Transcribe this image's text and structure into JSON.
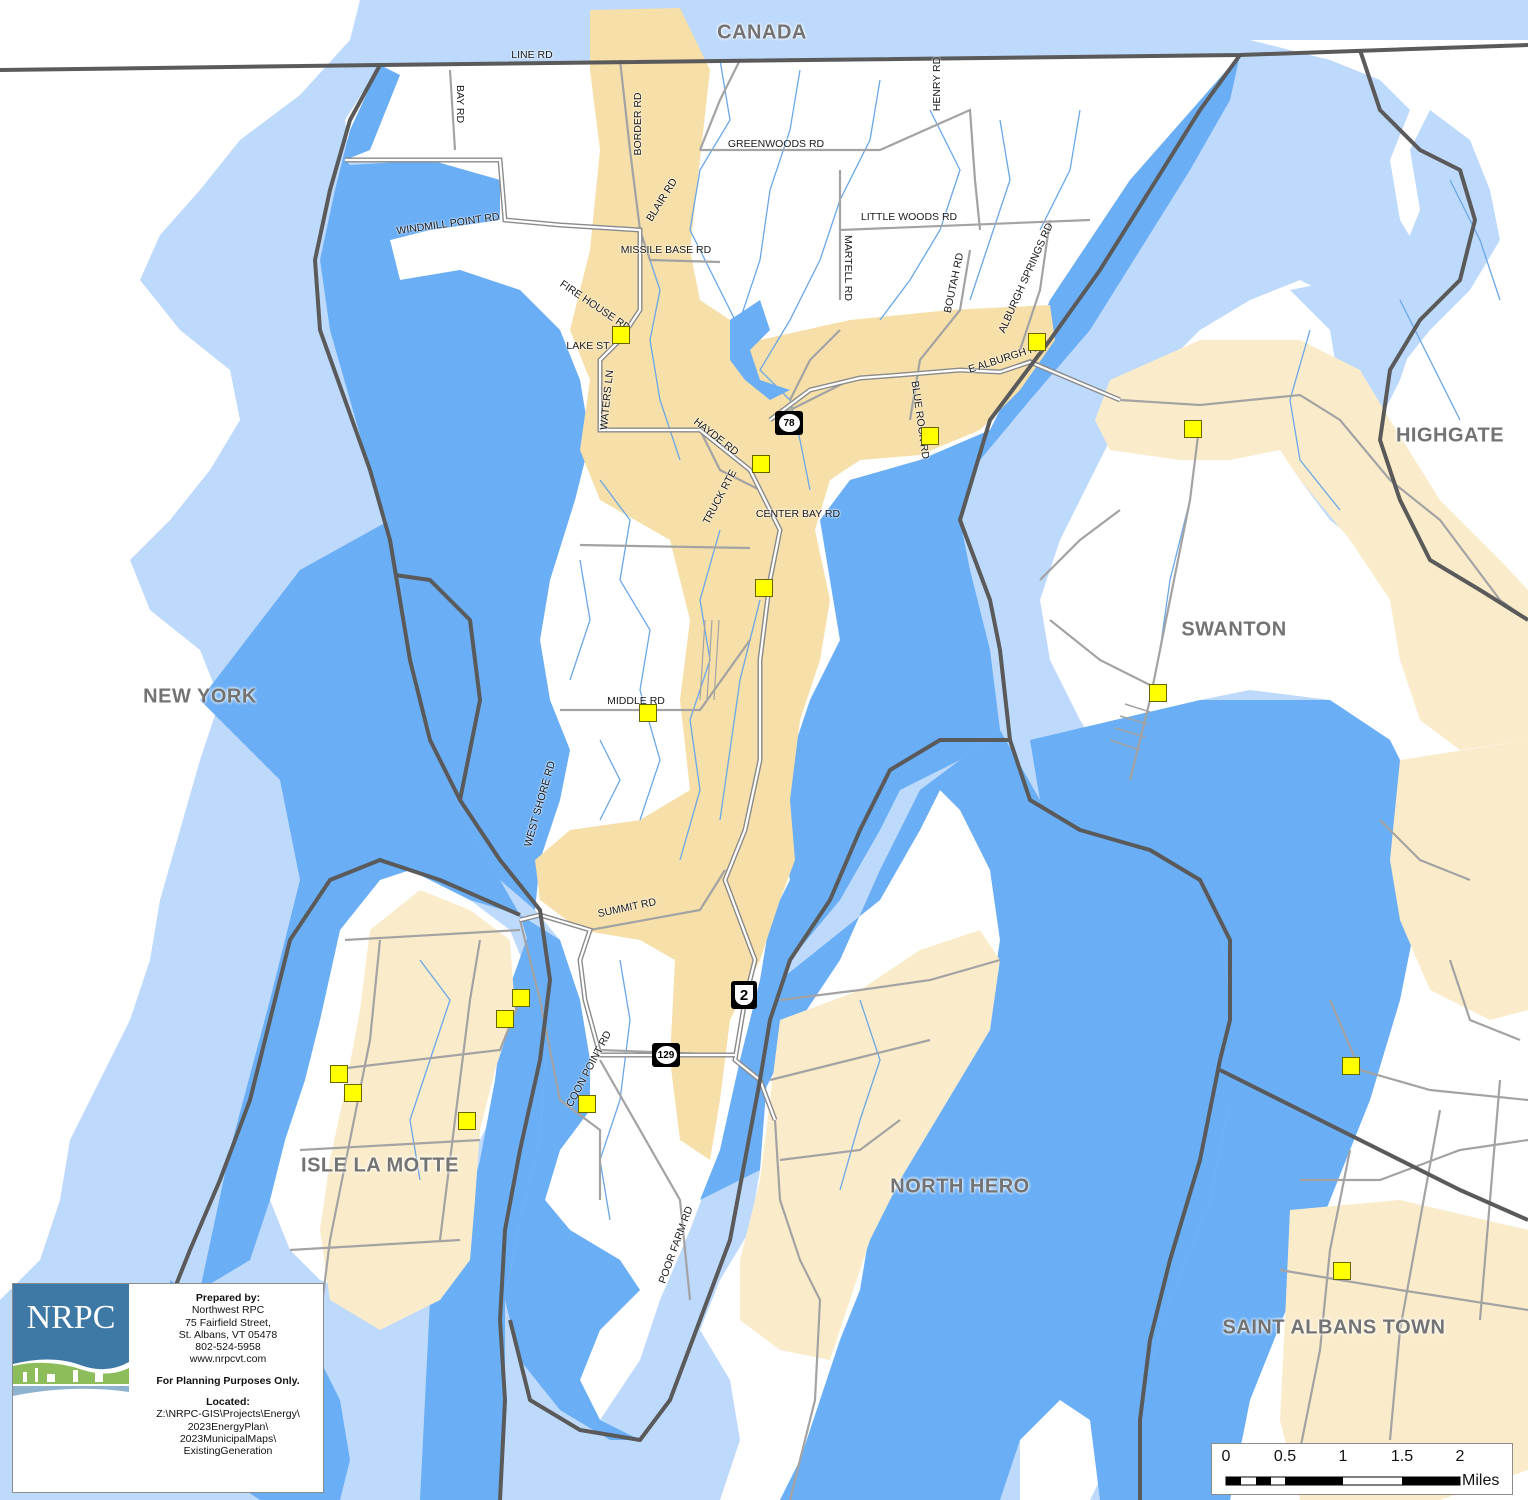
{
  "map": {
    "towns": [
      {
        "id": "canada",
        "label": "CANADA"
      },
      {
        "id": "new-york",
        "label": "NEW YORK"
      },
      {
        "id": "highgate",
        "label": "HIGHGATE"
      },
      {
        "id": "swanton",
        "label": "SWANTON"
      },
      {
        "id": "isle-la-motte",
        "label": "ISLE LA MOTTE"
      },
      {
        "id": "north-hero",
        "label": "NORTH HERO"
      },
      {
        "id": "saint-albans-town",
        "label": "SAINT ALBANS TOWN"
      }
    ],
    "roads": [
      {
        "id": "line-rd",
        "label": "LINE RD"
      },
      {
        "id": "bay-rd",
        "label": "BAY RD"
      },
      {
        "id": "border-rd",
        "label": "BORDER RD"
      },
      {
        "id": "henry-rd",
        "label": "HENRY RD"
      },
      {
        "id": "greenwoods-rd",
        "label": "GREENWOODS RD"
      },
      {
        "id": "blair-rd",
        "label": "BLAIR RD"
      },
      {
        "id": "windmill-point-rd",
        "label": "WINDMILL POINT RD"
      },
      {
        "id": "little-woods-rd",
        "label": "LITTLE WOODS RD"
      },
      {
        "id": "missile-base-rd",
        "label": "MISSILE BASE RD"
      },
      {
        "id": "martell-rd",
        "label": "MARTELL RD"
      },
      {
        "id": "alburgh-springs-rd",
        "label": "ALBURGH SPRINGS RD"
      },
      {
        "id": "boutah-rd",
        "label": "BOUTAH RD"
      },
      {
        "id": "fire-house-rd",
        "label": "FIRE HOUSE RD"
      },
      {
        "id": "lake-st",
        "label": "LAKE ST"
      },
      {
        "id": "e-alburgh-rd",
        "label": "E ALBURGH RD"
      },
      {
        "id": "waters-ln",
        "label": "WATERS LN"
      },
      {
        "id": "blue-rock-rd",
        "label": "BLUE ROCK RD"
      },
      {
        "id": "hayde-rd",
        "label": "HAYDE RD"
      },
      {
        "id": "truck-rte",
        "label": "TRUCK RTE"
      },
      {
        "id": "center-bay-rd",
        "label": "CENTER BAY RD"
      },
      {
        "id": "middle-rd",
        "label": "MIDDLE RD"
      },
      {
        "id": "west-shore-rd",
        "label": "WEST SHORE RD"
      },
      {
        "id": "summit-rd",
        "label": "SUMMIT RD"
      },
      {
        "id": "coon-point-rd",
        "label": "COON POINT RD"
      },
      {
        "id": "poor-farm-rd",
        "label": "POOR FARM RD"
      }
    ],
    "shields": [
      {
        "id": "route-78",
        "label": "78",
        "type": "state"
      },
      {
        "id": "route-2",
        "label": "2",
        "type": "us"
      },
      {
        "id": "route-129",
        "label": "129",
        "type": "state"
      }
    ],
    "colors": {
      "lake_deep": "#6aaef5",
      "lake_light": "#bdd9fb",
      "land": "#ffffff",
      "suitable_area": "#f6dfa9",
      "suitable_area_light": "#faeccb",
      "roads": "#a3a3a3",
      "boundary": "#5a5a5a",
      "streams": "#6aa7e8",
      "generation_site": "#ffff00"
    }
  },
  "credit": {
    "prepared_by": "Prepared by:",
    "org": "Northwest RPC",
    "street": "75 Fairfield Street,",
    "city": "St. Albans, VT  05478",
    "phone": "802-524-5958",
    "web": "www.nrpcvt.com",
    "disclaimer": "For Planning Purposes Only.",
    "located_label": "Located:",
    "path_1": "Z:\\NRPC-GIS\\Projects\\Energy\\",
    "path_2": "2023EnergyPlan\\",
    "path_3": "2023MunicipalMaps\\",
    "path_4": "ExistingGeneration",
    "logo_text": "NRPC"
  },
  "scale": {
    "ticks": [
      "0",
      "0.5",
      "1",
      "1.5",
      "2"
    ],
    "unit": "Miles"
  }
}
